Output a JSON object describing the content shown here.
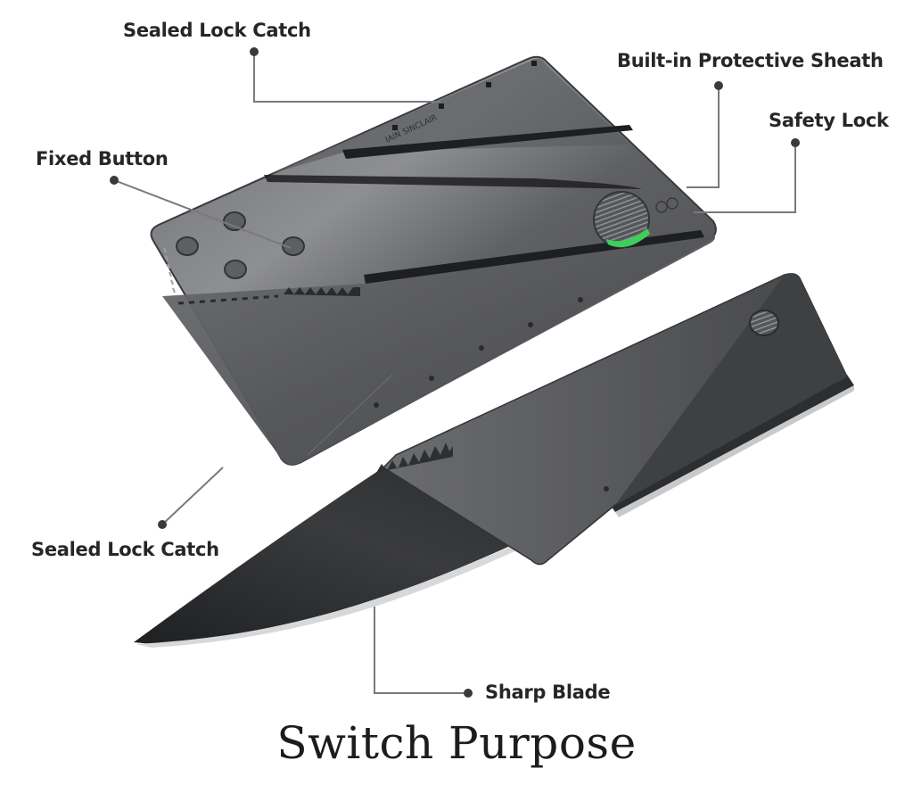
{
  "callouts": [
    {
      "id": "sealed-lock-catch-top",
      "label": "Sealed Lock Catch"
    },
    {
      "id": "built-in-protective-sheath",
      "label": "Built-in Protective Sheath"
    },
    {
      "id": "safety-lock",
      "label": "Safety Lock"
    },
    {
      "id": "fixed-button",
      "label": "Fixed Button"
    },
    {
      "id": "sealed-lock-catch-bottom",
      "label": "Sealed Lock Catch"
    },
    {
      "id": "sharp-blade",
      "label": "Sharp Blade"
    }
  ],
  "title": "Switch Purpose",
  "colors": {
    "card": "#5a5b5d",
    "card_dark": "#3e3f41",
    "blade": "#2c2d2f",
    "safety_lock_green": "#3ccf5a",
    "leader_line": "#7a7a7a",
    "dot": "#3a3a3a"
  }
}
